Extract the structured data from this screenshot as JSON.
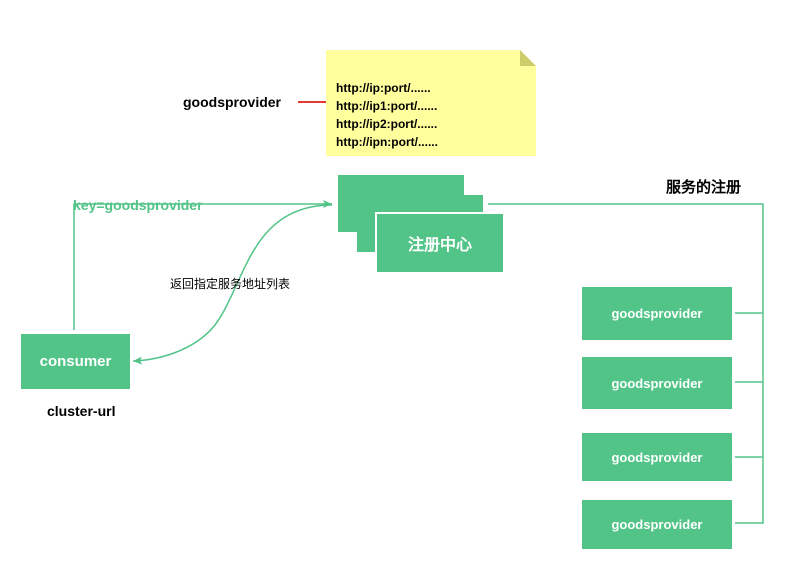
{
  "note": {
    "lines": [
      "http://ip:port/......",
      "http://ip1:port/......",
      "http://ip2:port/......",
      "http://ipn:port/......"
    ]
  },
  "labels": {
    "note_provider": "goodsprovider",
    "key_arrow": "key=goodsprovider",
    "return_list": "返回指定服务地址列表",
    "register": "服务的注册",
    "cluster": "cluster-url"
  },
  "registry": {
    "label": "注册中心"
  },
  "consumer": {
    "label": "consumer"
  },
  "providers": [
    {
      "label": "goodsprovider"
    },
    {
      "label": "goodsprovider"
    },
    {
      "label": "goodsprovider"
    },
    {
      "label": "goodsprovider"
    }
  ],
  "colors": {
    "green": "#52c488",
    "note_bg": "#ffff9e",
    "red_line": "#e53935"
  }
}
